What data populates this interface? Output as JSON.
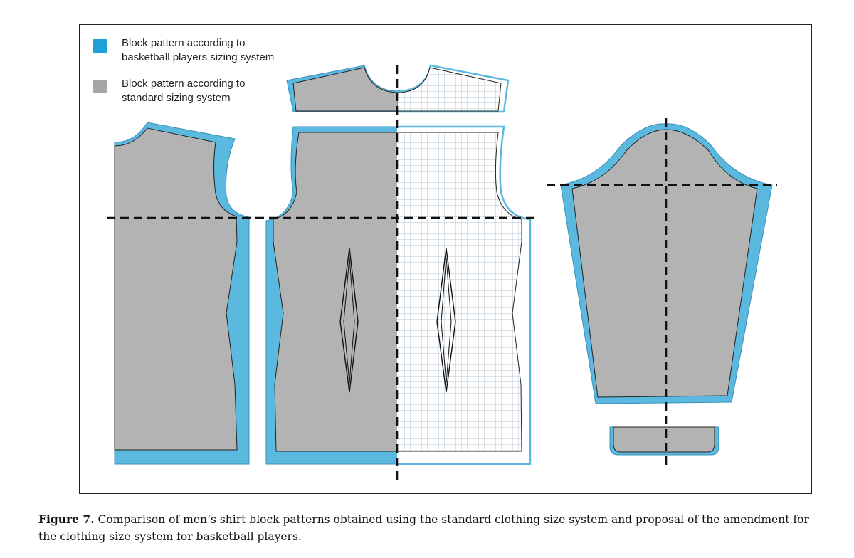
{
  "colors": {
    "basketball": "#5bb9e0",
    "standard": "#b3b3b3",
    "grid_line": "#9cb0c4",
    "outline": "#222222"
  },
  "legend": [
    {
      "label": "Block pattern according to\nbasketball players sizing system",
      "color_key": "basketball"
    },
    {
      "label": "Block pattern according to\nstandard sizing system",
      "color_key": "standard"
    }
  ],
  "caption": {
    "label": "Figure 7.",
    "text": "Comparison of men’s shirt block patterns obtained using the standard clothing size system and proposal of the amendment for the clothing size system for basketball players."
  },
  "pattern_pieces": [
    "back-piece",
    "yoke-piece",
    "front-piece",
    "sleeve-piece",
    "cuff-piece"
  ]
}
